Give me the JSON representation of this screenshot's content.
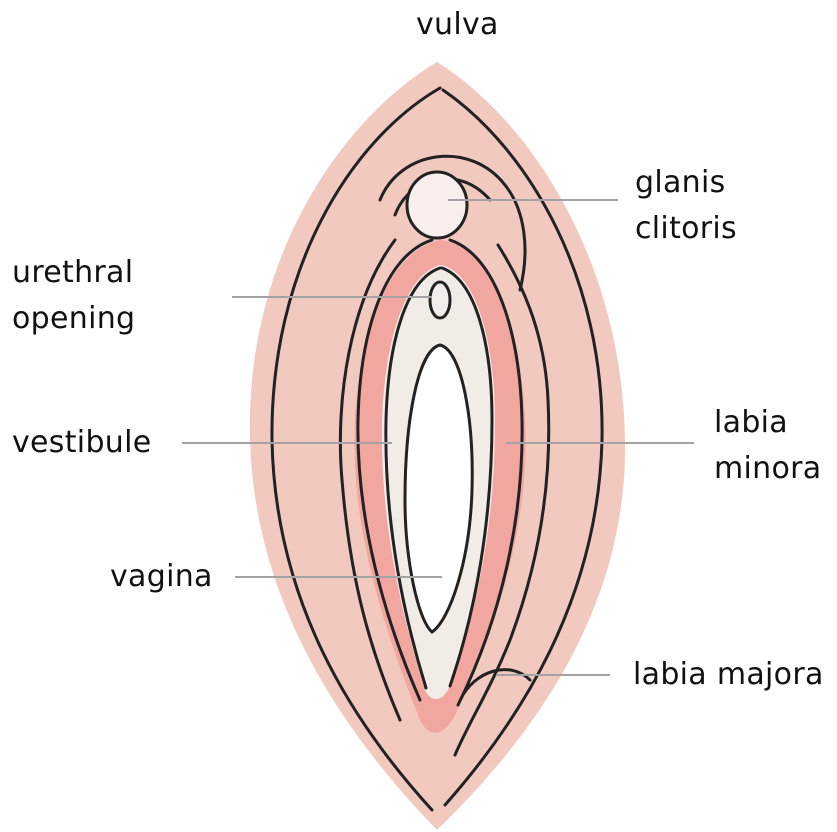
{
  "title": "vulva",
  "labels": {
    "glans_clitoris": [
      "glanis",
      "clitoris"
    ],
    "urethral_opening": [
      "urethral",
      "opening"
    ],
    "vestibule": [
      "vestibule"
    ],
    "labia_minora": [
      "labia",
      "minora"
    ],
    "vagina": [
      "vagina"
    ],
    "labia_majora": [
      "labia majora"
    ]
  },
  "colors": {
    "outer_skin": "#f2c9bf",
    "inner_pink": "#f2a6a0",
    "vestibule_fill": "#f1ece6",
    "glans_fill": "#f8efec",
    "outline": "#222222",
    "leader_line": "#a3a3a3",
    "text": "#111111"
  }
}
